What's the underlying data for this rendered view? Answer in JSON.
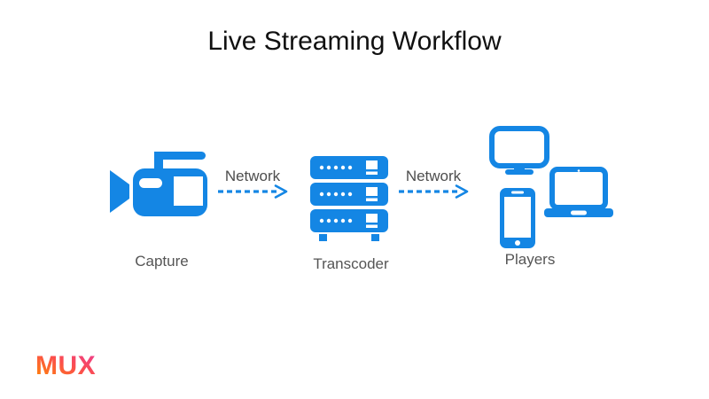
{
  "slide": {
    "title": "Live Streaming Workflow"
  },
  "diagram": {
    "nodes": [
      {
        "label": "Capture",
        "icon": "video-camera-icon"
      },
      {
        "label": "Transcoder",
        "icon": "server-stack-icon"
      },
      {
        "label": "Players",
        "icon": "devices-icon"
      }
    ],
    "connections": [
      {
        "label": "Network",
        "style": "dashed-arrow"
      },
      {
        "label": "Network",
        "style": "dashed-arrow"
      }
    ]
  },
  "brand": {
    "logo_text": "MUX"
  },
  "colors": {
    "accent_blue": "#1486E4",
    "title_black": "#111111",
    "label_gray": "#555555",
    "network_gray": "#4D4D4D",
    "logo_orange": "#FF8A00",
    "logo_red": "#FB4E4E",
    "logo_pink": "#EC3B94"
  }
}
